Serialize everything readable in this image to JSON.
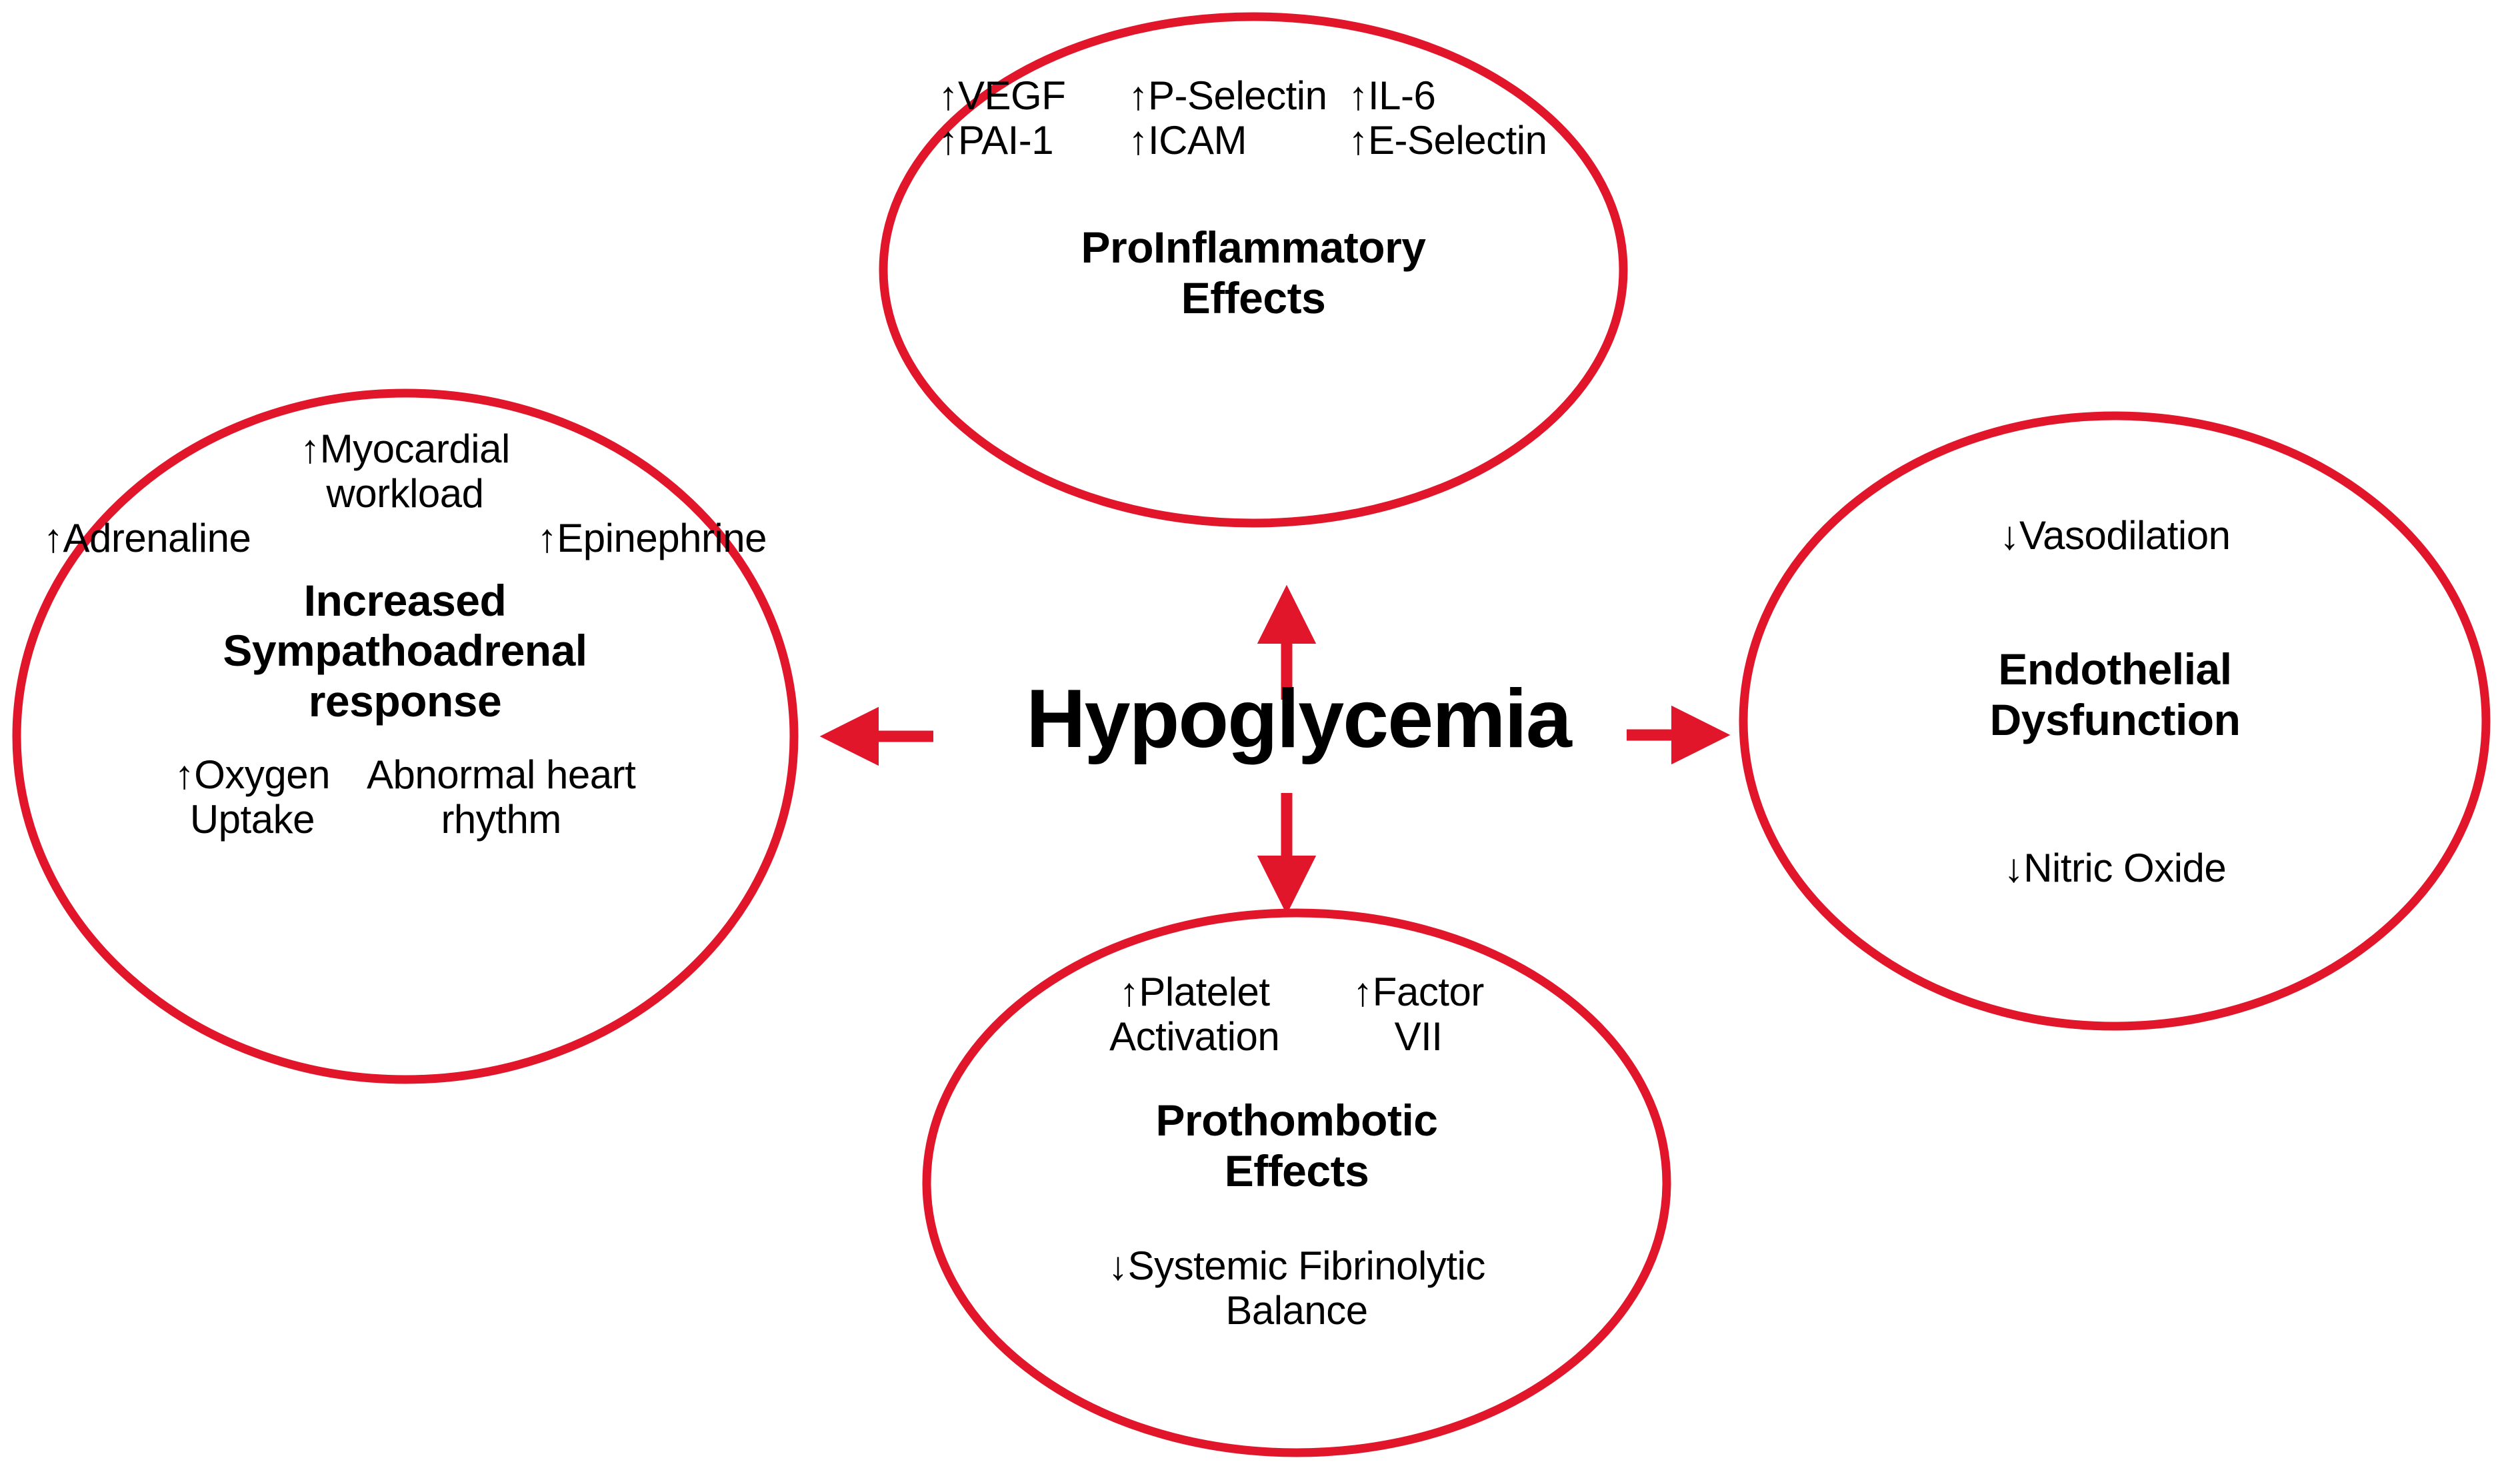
{
  "diagram": {
    "center": {
      "label": "Hypoglycemia"
    },
    "colors": {
      "ellipse_stroke": "#E2162A",
      "arrow": "#E2162A",
      "text": "#000000",
      "background": "#FFFFFF"
    },
    "nodes": [
      {
        "id": "proinflammatory",
        "title": "ProInflammatory\nEffects",
        "position": "top",
        "items_row1": [
          "↑VEGF",
          "↑P-Selectin",
          "↑IL-6"
        ],
        "items_row2": [
          "↑PAI-1",
          "↑ICAM",
          "↑E-Selectin"
        ]
      },
      {
        "id": "sympathoadrenal",
        "title": "Increased\nSympathoadrenal\nresponse",
        "position": "left",
        "item_top": "↑Myocardial\nworkload",
        "item_left": "↑Adrenaline",
        "item_right": "↑Epinephrine",
        "item_lower_left": "↑Oxygen\nUptake",
        "item_lower_right": "Abnormal heart\nrhythm"
      },
      {
        "id": "endothelial",
        "title": "Endothelial\nDysfunction",
        "position": "right",
        "item_top": "↓Vasodilation",
        "item_bottom": "↓Nitric Oxide"
      },
      {
        "id": "prothombotic",
        "title": "Prothombotic\nEffects",
        "position": "bottom",
        "item_left": "↑Platelet\nActivation",
        "item_right": "↑Factor\nVII",
        "item_bottom": "↓Systemic Fibrinolytic\nBalance"
      }
    ],
    "arrows": [
      {
        "id": "arrow-up",
        "direction": "up",
        "from": "center",
        "to": "proinflammatory"
      },
      {
        "id": "arrow-left",
        "direction": "left",
        "from": "center",
        "to": "sympathoadrenal"
      },
      {
        "id": "arrow-right",
        "direction": "right",
        "from": "center",
        "to": "endothelial"
      },
      {
        "id": "arrow-down",
        "direction": "down",
        "from": "center",
        "to": "prothombotic"
      }
    ]
  }
}
